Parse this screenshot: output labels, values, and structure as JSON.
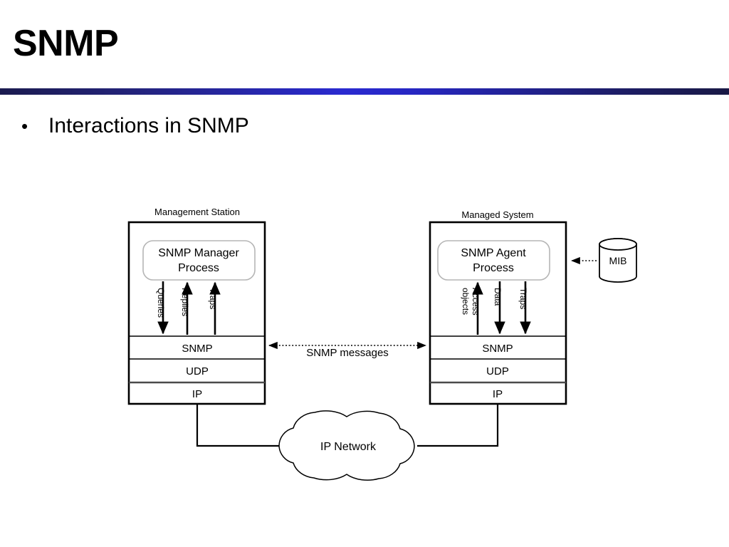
{
  "slide": {
    "title": "SNMP",
    "bullet_marker": "•",
    "bullet_text": "Interactions in SNMP",
    "rule_color_dark": "#1b1b4f",
    "rule_color_bright": "#2a2ad0"
  },
  "diagram": {
    "management_station": {
      "caption": "Management Station",
      "process": {
        "line1": "SNMP Manager",
        "line2": "Process"
      },
      "arrows": [
        {
          "label": "Queries",
          "direction": "down"
        },
        {
          "label": "Replies",
          "direction": "up"
        },
        {
          "label": "Traps",
          "direction": "up"
        }
      ],
      "layers": [
        "SNMP",
        "UDP",
        "IP"
      ]
    },
    "managed_system": {
      "caption": "Managed System",
      "process": {
        "line1": "SNMP Agent",
        "line2": "Process"
      },
      "arrows": [
        {
          "label_line1": "Access",
          "label_line2": "objects",
          "direction": "up"
        },
        {
          "label_line1": "Data",
          "label_line2": "",
          "direction": "down"
        },
        {
          "label_line1": "Traps",
          "label_line2": "",
          "direction": "down"
        }
      ],
      "layers": [
        "SNMP",
        "UDP",
        "IP"
      ]
    },
    "link": {
      "label": "SNMP messages",
      "style": "dotted-double-arrow"
    },
    "mib": {
      "label": "MIB",
      "shape": "database-cylinder",
      "link_style": "dotted-arrow-left"
    },
    "cloud": {
      "label": "IP Network",
      "shape": "network-cloud"
    }
  }
}
